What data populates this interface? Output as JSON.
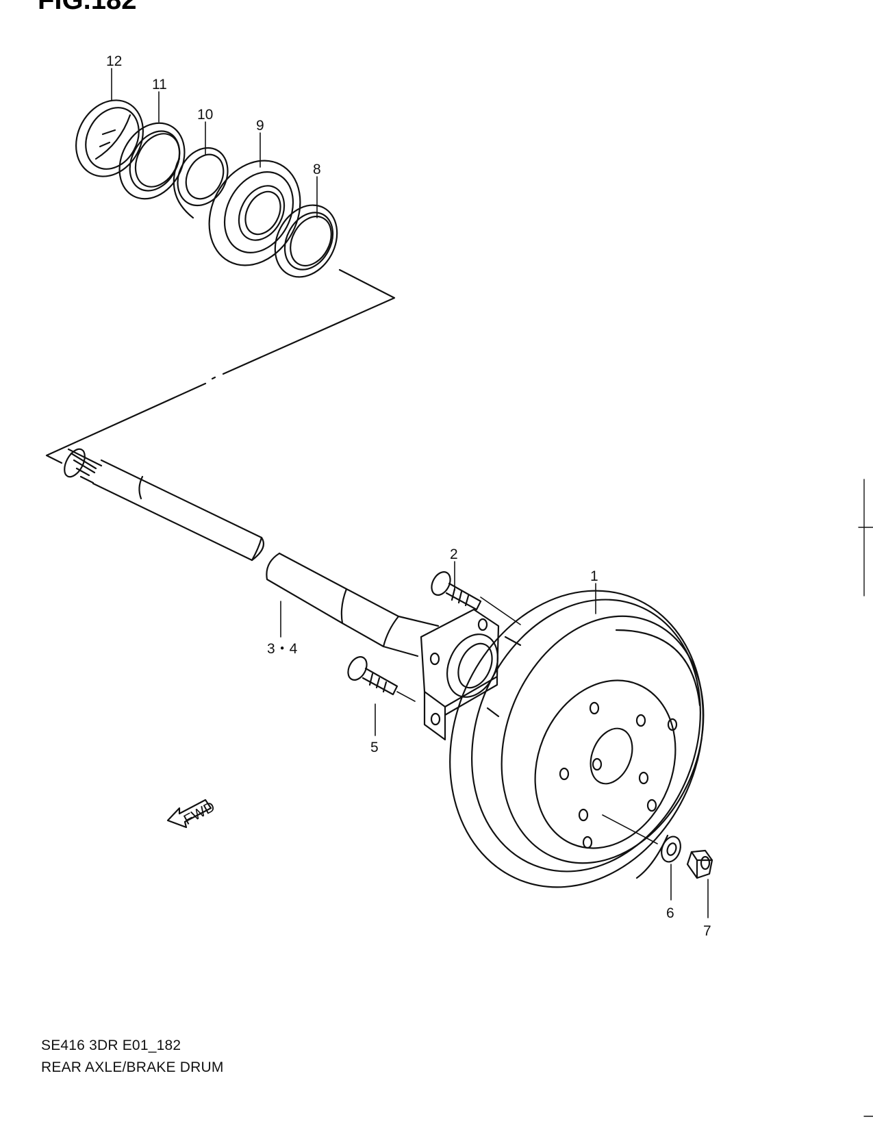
{
  "figure_title": "FIG.182",
  "footer": {
    "model_code": "SE416 3DR E01_182",
    "section_name": "REAR AXLE/BRAKE DRUM"
  },
  "fwd_badge": "FWD",
  "callouts": [
    "12",
    "11",
    "10",
    "9",
    "8",
    "2",
    "1",
    "3・4",
    "5",
    "6",
    "7"
  ]
}
